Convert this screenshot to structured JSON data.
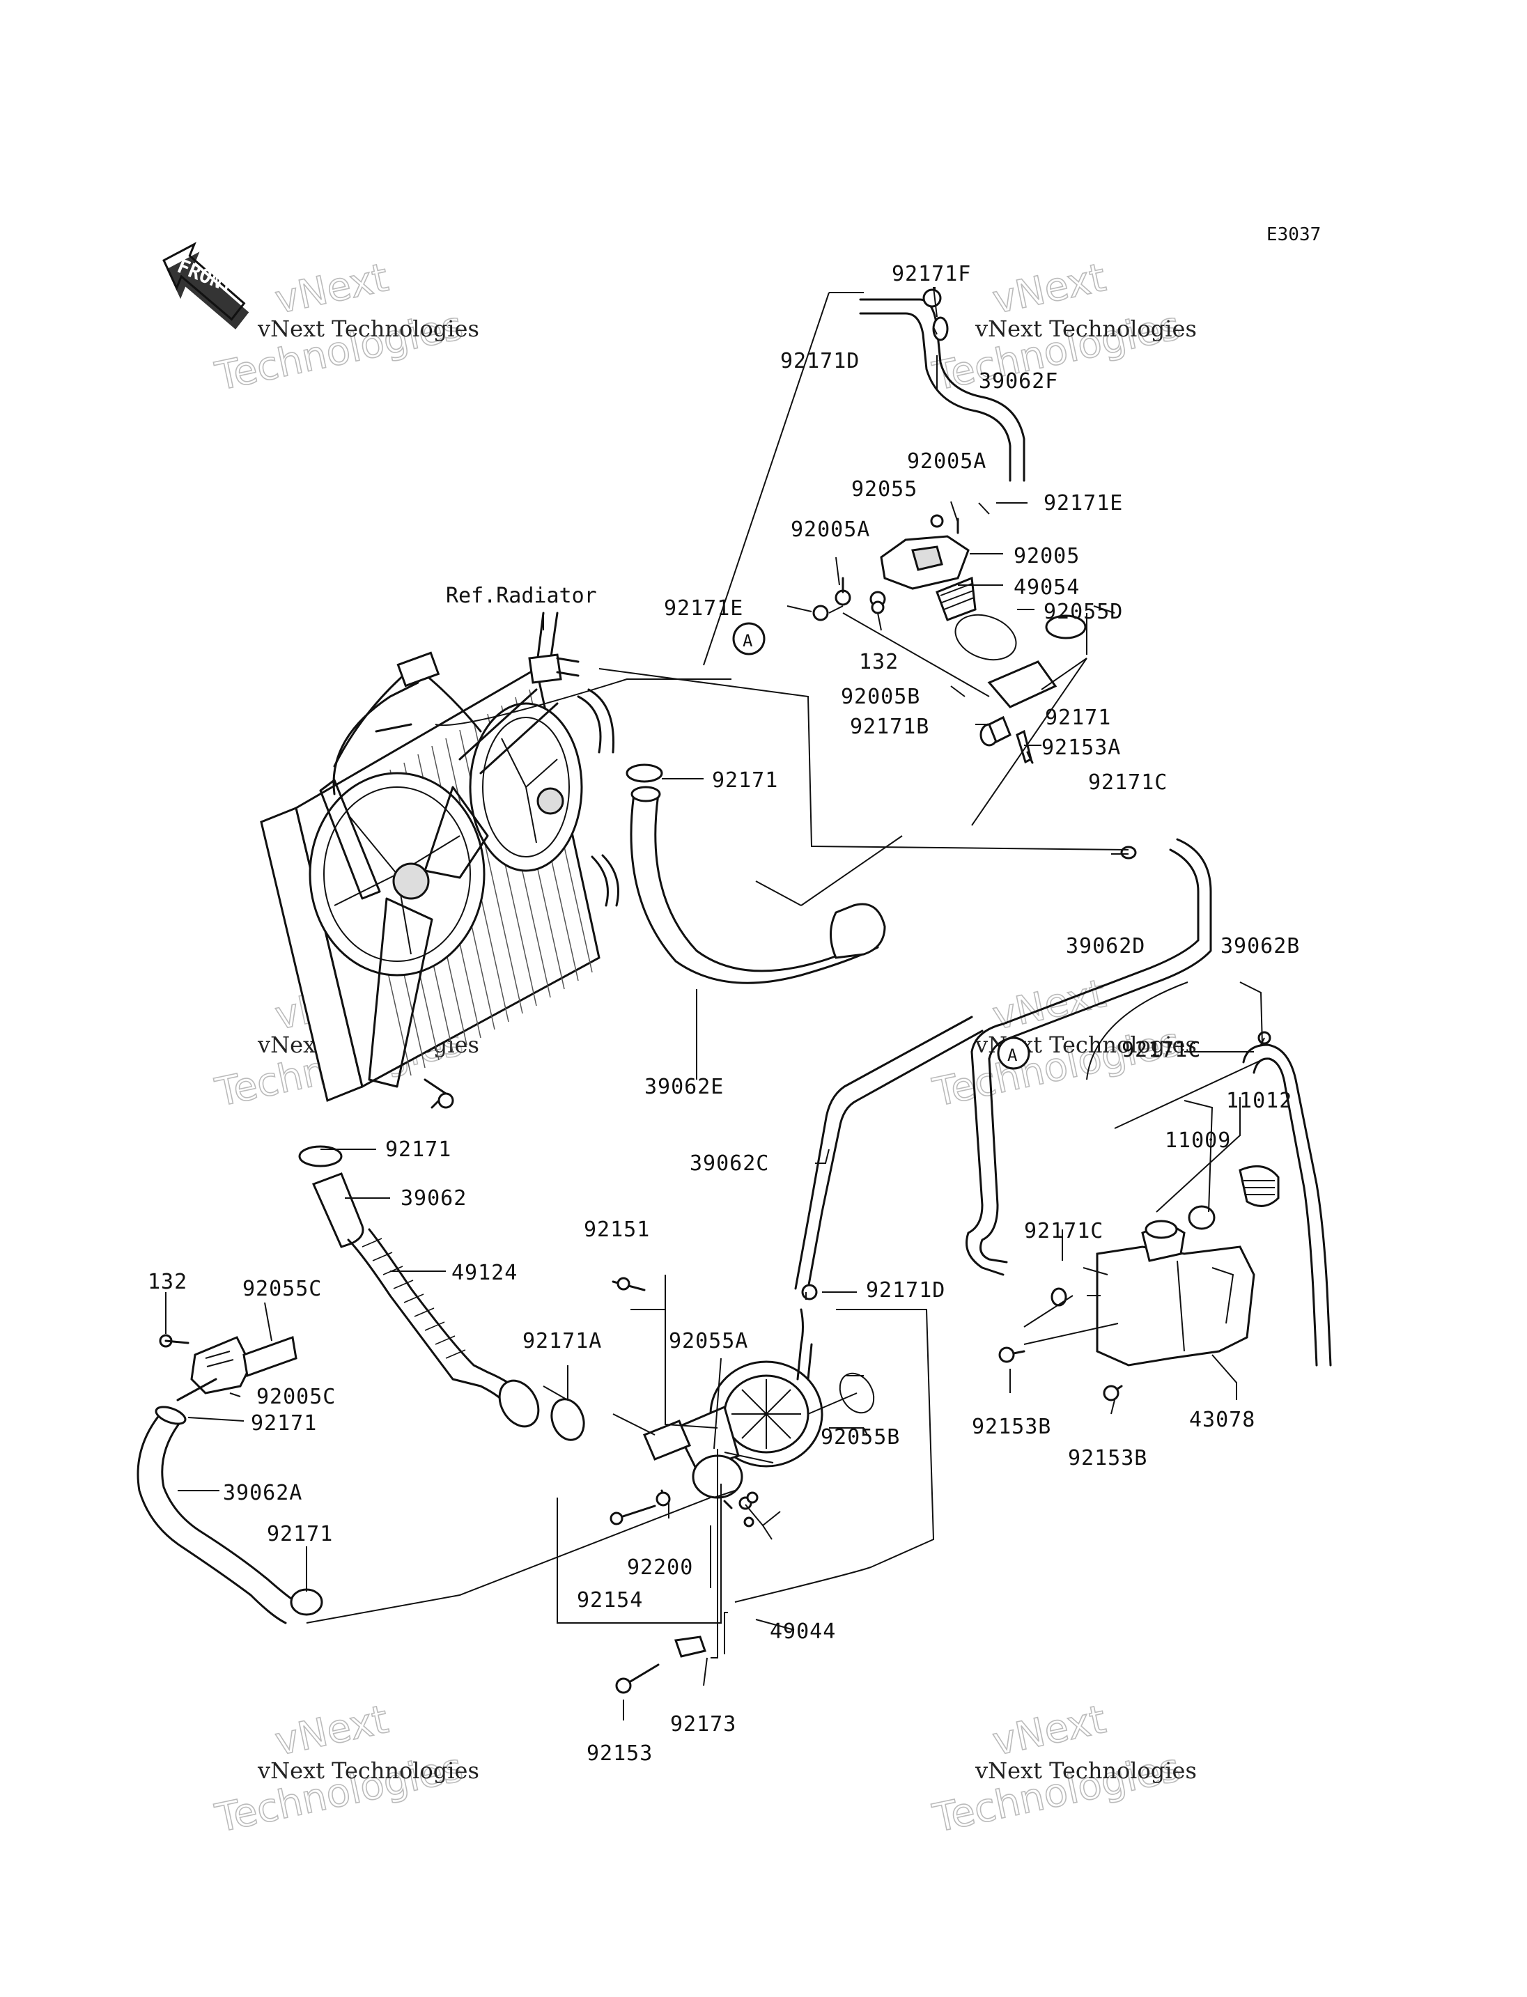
{
  "diagram_code": "E3037",
  "front_label": "FRONT",
  "ref_label": "Ref.Radiator",
  "marker_letter": "A",
  "watermark": {
    "line1": "vNext Technologies",
    "line2": "vNext",
    "line3": "Technologies"
  },
  "parts": {
    "p92171F": "92171F",
    "p92171D_top": "92171D",
    "p39062F": "39062F",
    "p92005A_r": "92005A",
    "p92055": "92055",
    "p92171E_r": "92171E",
    "p92005A_l": "92005A",
    "p92005": "92005",
    "p49054": "49054",
    "p92171E_l": "92171E",
    "p92055D": "92055D",
    "p132_top": "132",
    "p92005B": "92005B",
    "p92171_r": "92171",
    "p92171B": "92171B",
    "p92153A": "92153A",
    "p92171_mid": "92171",
    "p92171C_top": "92171C",
    "p39062D": "39062D",
    "p39062B": "39062B",
    "p92171C_mid": "92171C",
    "p11012": "11012",
    "p11009": "11009",
    "p39062E": "39062E",
    "p92171_fan": "92171",
    "p39062": "39062",
    "p39062C": "39062C",
    "p49124": "49124",
    "p92151": "92151",
    "p92171C_low": "92171C",
    "p92171D_low": "92171D",
    "p132_left": "132",
    "p92055C": "92055C",
    "p92171A": "92171A",
    "p92055A": "92055A",
    "p92005C": "92005C",
    "p92055B": "92055B",
    "p92153B_l": "92153B",
    "p43078": "43078",
    "p92171_left": "92171",
    "p39062A": "39062A",
    "p92153B_r": "92153B",
    "p92171_bl": "92171",
    "p92200": "92200",
    "p92154": "92154",
    "p49044": "49044",
    "p92173": "92173",
    "p92153": "92153"
  }
}
